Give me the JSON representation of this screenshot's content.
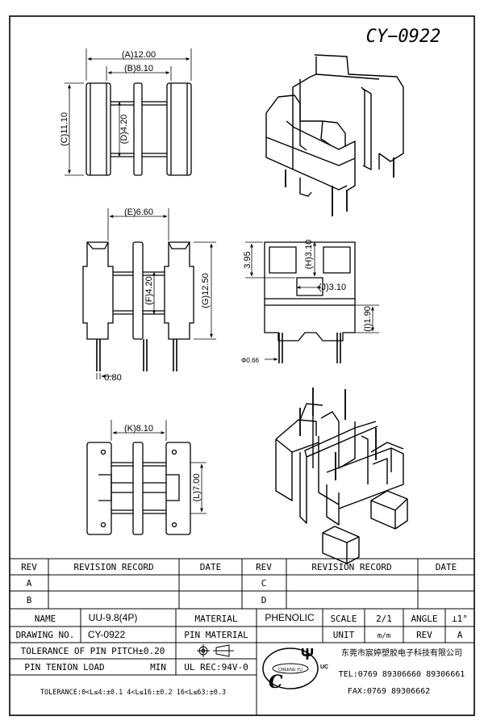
{
  "part_code": "CY−0922",
  "dimensions": {
    "A": "(A)12.00",
    "B": "(B)8.10",
    "C": "(C)11.10",
    "D": "(D)4.20",
    "E": "(E)6.60",
    "F": "(F)4.20",
    "G": "(G)12.50",
    "H": "(H)3.10",
    "I": "(I)1.90",
    "J": "(J)3.10",
    "K": "(K)8.10",
    "L": "(L)7.00",
    "w395": "3.95",
    "pin_width": "0.80",
    "pin_dia": "Φ0.66"
  },
  "revision_table": {
    "headers": [
      "REV",
      "REVISION RECORD",
      "DATE",
      "REV",
      "REVISION RECORD",
      "DATE"
    ],
    "rows": [
      [
        "A",
        "",
        "",
        "C",
        "",
        ""
      ],
      [
        "B",
        "",
        "",
        "D",
        "",
        ""
      ]
    ]
  },
  "title_block": {
    "name_label": "NAME",
    "name_value": "UU-9.8(4P)",
    "drawing_no_label": "DRAWING NO.",
    "drawing_no_value": "CY-0922",
    "material_label": "MATERIAL",
    "material_value": "PHENOLIC",
    "pin_material_label": "PIN MATERIAL",
    "scale_label": "SCALE",
    "scale_value": "2/1",
    "angle_label": "ANGLE",
    "angle_value": "⊥1°",
    "unit_label": "UNIT",
    "unit_value": "m/m",
    "rev_label": "REV",
    "rev_value": "A",
    "pitch_tolerance": "TOLERANCE OF PIN PITCH±0.20",
    "pin_tension_label": "PIN TENION LOAD",
    "min_label": "MIN",
    "ul_rec": "UL REC:94V-0",
    "tolerance_line": "TOLERANCE:0<L≤4:±0.1  4<L≤16:±0.2  16<L≤63:±0.3",
    "logo_letters": "Ψ",
    "logo_sub": "UC",
    "logo_ring": "CHEENG   YU",
    "company": "东莞市宸婷塑胶电子科技有限公司",
    "tel": "TEL:0769 89306660 89306661",
    "fax": "FAX:0769 89306662"
  }
}
